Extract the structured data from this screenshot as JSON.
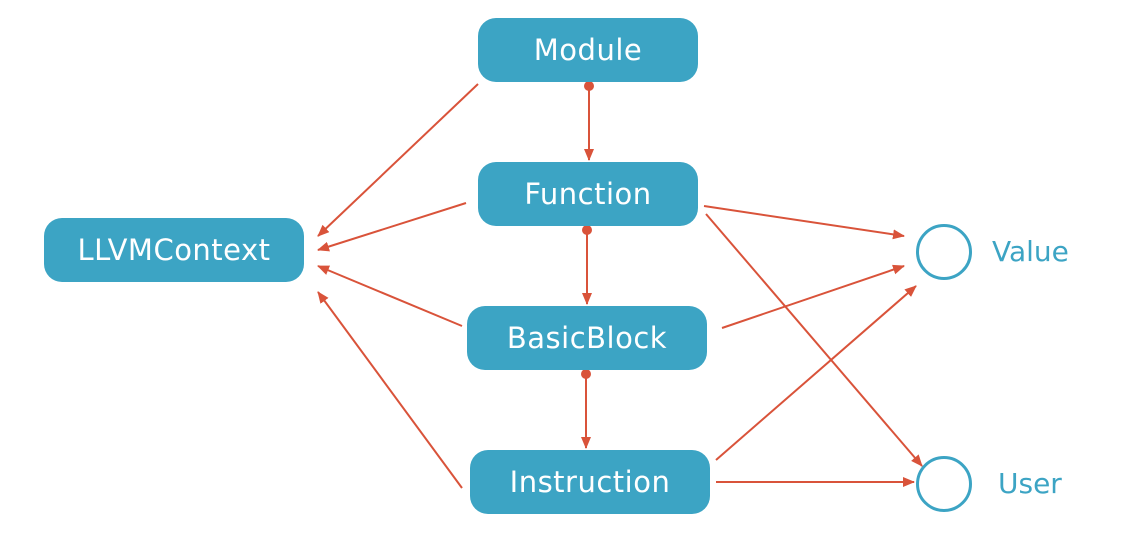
{
  "nodes": {
    "module": "Module",
    "function": "Function",
    "basicblock": "BasicBlock",
    "instruction": "Instruction",
    "context": "LLVMContext"
  },
  "external": {
    "value": "Value",
    "user": "User"
  },
  "colors": {
    "node_fill": "#3ca4c4",
    "edge": "#d9533a",
    "text_on_node": "#ffffff"
  }
}
